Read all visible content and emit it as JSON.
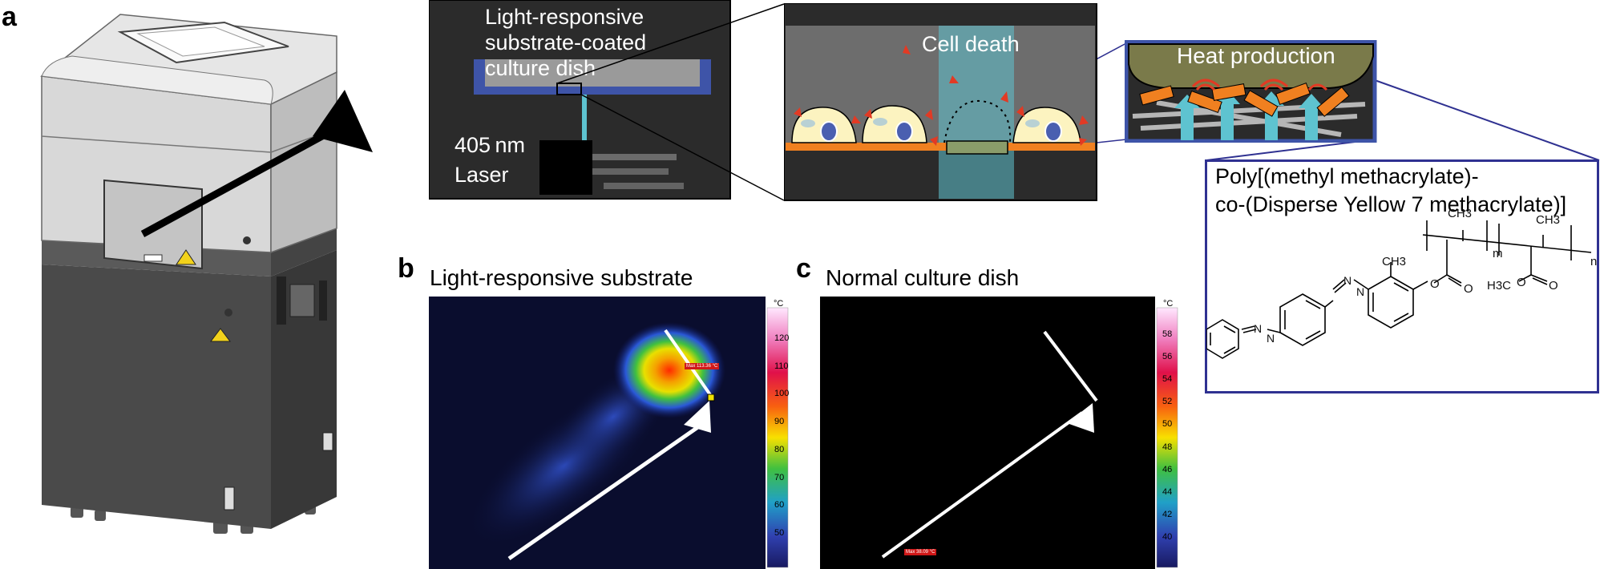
{
  "panels": {
    "a": "a",
    "b": "b",
    "c": "c"
  },
  "schematic": {
    "dish_label_line1": "Light-responsive",
    "dish_label_line2": "substrate-coated",
    "dish_label_line3": "culture dish",
    "laser_line1": "405 nm",
    "laser_line2": "Laser",
    "cell_death": "Cell death",
    "heat_production": "Heat production"
  },
  "polymer": {
    "name_line1": "Poly[(methyl methacrylate)-",
    "name_line2": "co-(Disperse Yellow 7 methacrylate)]",
    "ch3_1": "CH3",
    "ch3_2": "CH3",
    "ch3_3": "CH3",
    "sub_m": "m",
    "sub_n": "n",
    "o_ester1": "O",
    "o_ester2": "O",
    "o_ester3": "O",
    "o_ester4": "O",
    "h3c": "H3C",
    "n1": "N",
    "n2": "N",
    "n3": "N",
    "n4": "N"
  },
  "thermal_b": {
    "title": "Light-responsive substrate",
    "unit": "°C",
    "ticks": [
      "120",
      "110",
      "100",
      "90",
      "80",
      "70",
      "60",
      "50"
    ],
    "max_tag": "Max 113.36 °C"
  },
  "thermal_c": {
    "title": "Normal culture dish",
    "unit": "°C",
    "ticks": [
      "58",
      "56",
      "54",
      "52",
      "50",
      "48",
      "46",
      "44",
      "42",
      "40"
    ],
    "max_tag": "Max 38.09 °C"
  },
  "colors": {
    "schematic_bg": "#2b2b2b",
    "dish_blue": "#3e54a8",
    "frame_navy": "#2f3191",
    "laser_cyan": "#5ec3d0",
    "heat_orange": "#f08020",
    "arrow_red": "#e23a24"
  }
}
